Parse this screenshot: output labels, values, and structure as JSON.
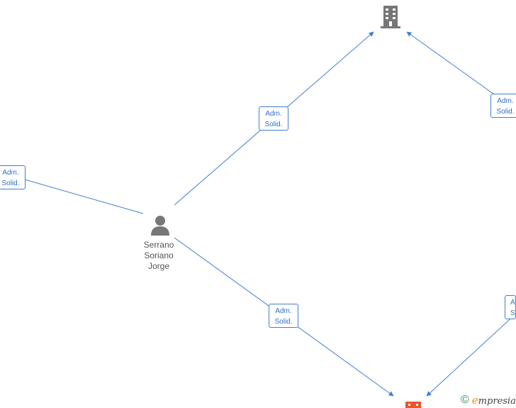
{
  "people": [
    {
      "name_lines": [
        "Serrano",
        "Soriano",
        "Jorge"
      ],
      "icon": "person-icon"
    }
  ],
  "companies": [
    {
      "icon": "building-icon",
      "color": "#777777"
    },
    {
      "icon": "building-icon",
      "color": "#e8562a"
    }
  ],
  "relations": [
    {
      "line1": "Adm.",
      "line2": "Solid."
    },
    {
      "line1": "Adm.",
      "line2": "Solid."
    },
    {
      "line1": "Adm.",
      "line2": "Solid."
    },
    {
      "line1": "Adm.",
      "line2": "Solid."
    },
    {
      "line1": "Adm.",
      "line2": "Solid."
    }
  ],
  "colors": {
    "edge": "#3f7fd0",
    "label_text": "#2f6fc8",
    "person": "#777777"
  },
  "footer": {
    "symbol": "©",
    "brand_initial": "e",
    "brand_rest": "mpresia"
  }
}
